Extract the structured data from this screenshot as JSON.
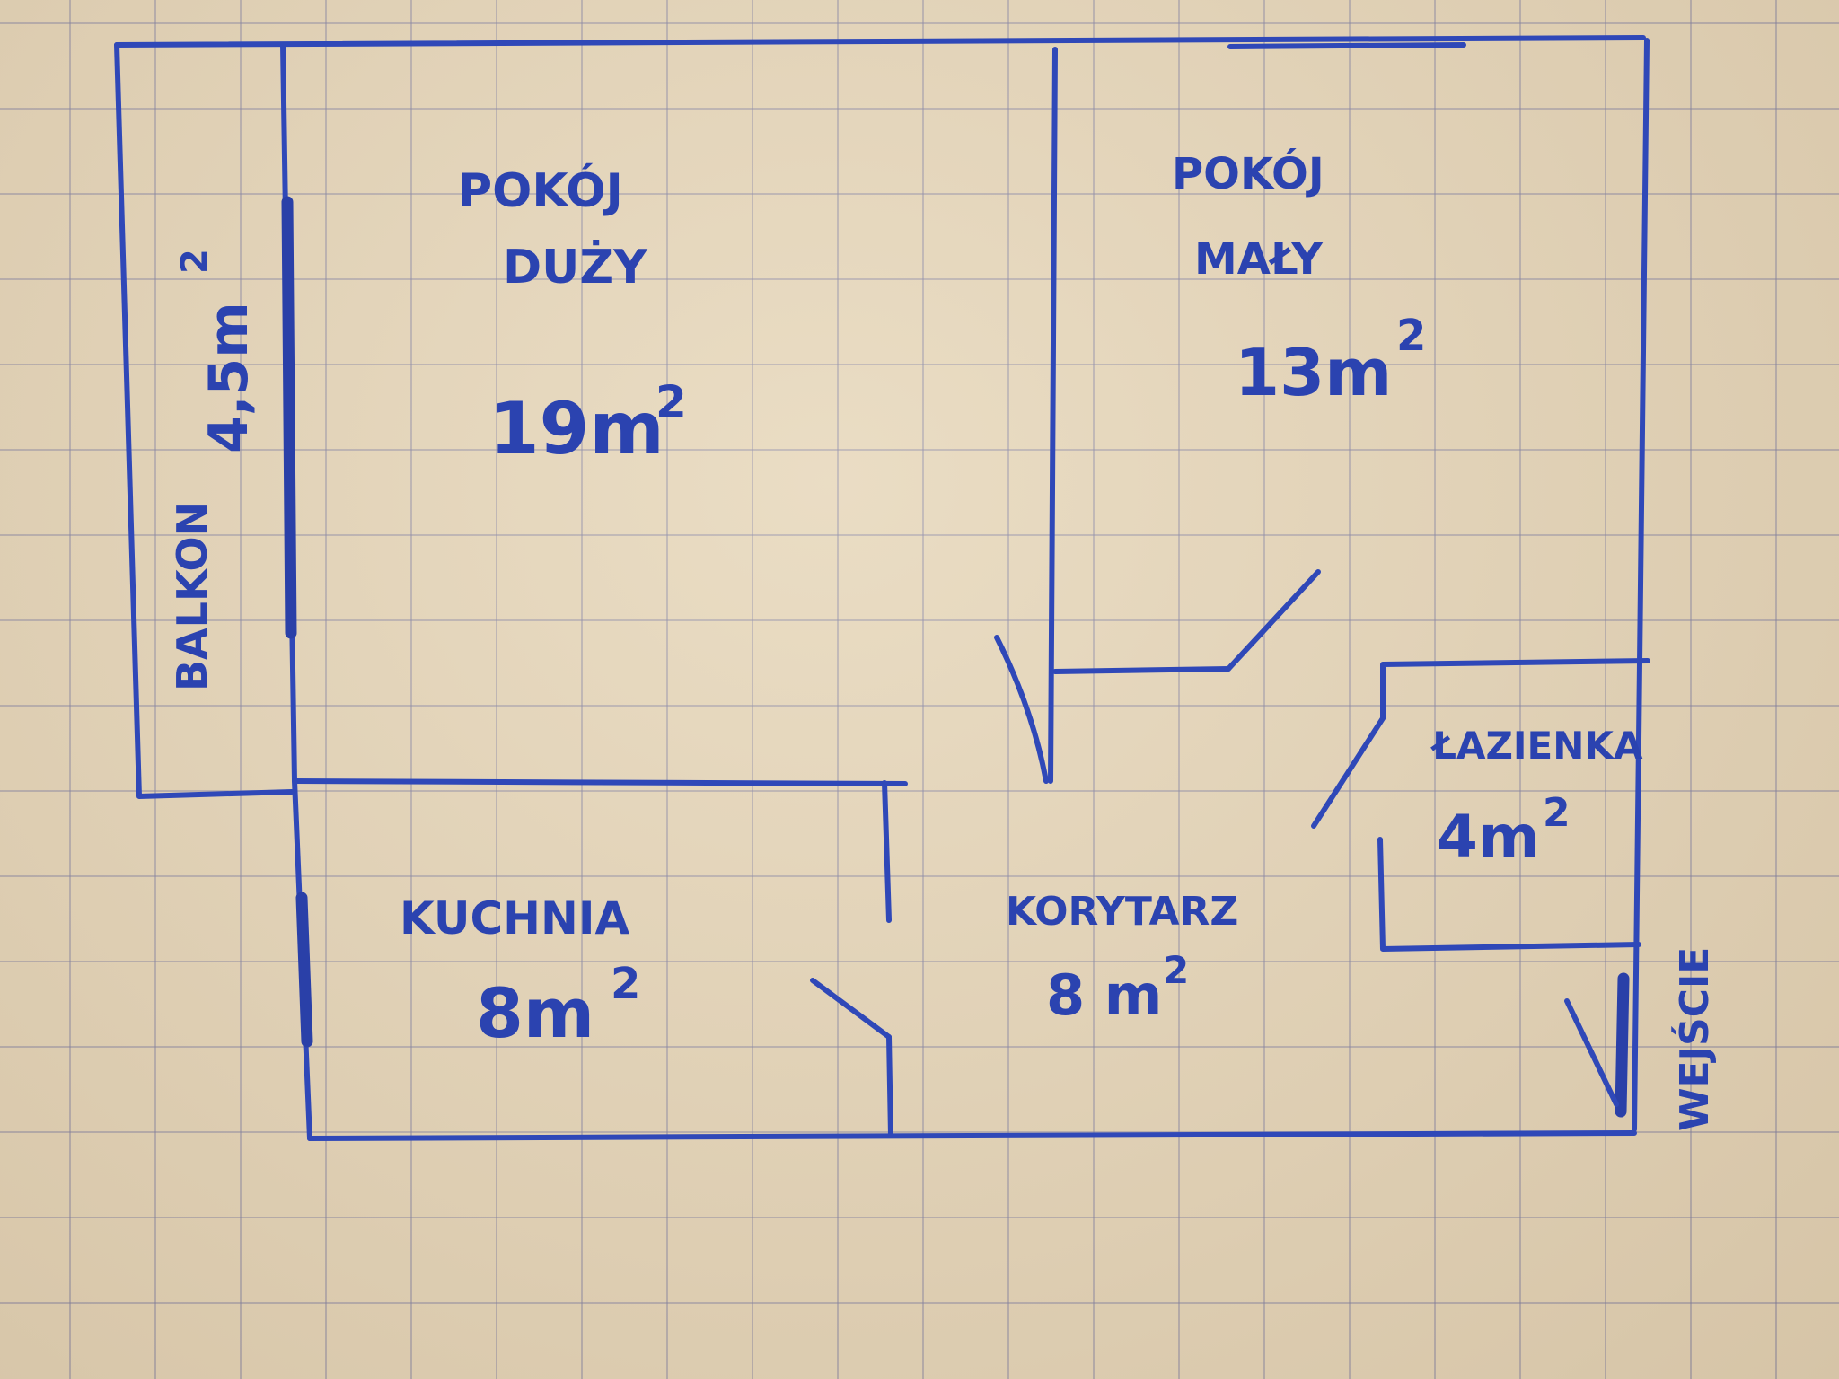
{
  "rooms": {
    "pokoj_duzy": {
      "name_line1": "POKÓJ",
      "name_line2": "DUŻY",
      "area": "19m",
      "exp": "2"
    },
    "pokoj_maly": {
      "name_line1": "POKÓJ",
      "name_line2": "MAŁY",
      "area": "13m",
      "exp": "2"
    },
    "balkon": {
      "name": "BALKON",
      "area": "4,5m",
      "exp": "2"
    },
    "lazienka": {
      "name": "ŁAZIENKA",
      "area": "4m",
      "exp": "2"
    },
    "kuchnia": {
      "name": "KUCHNIA",
      "area": "8m",
      "exp": "2"
    },
    "korytarz": {
      "name": "KORYTARZ",
      "area": "8 m",
      "exp": "2"
    }
  },
  "entrance": {
    "label": "WEJŚCIE"
  },
  "colors": {
    "ink": "#2f48b8",
    "paper": "#e3d3b7",
    "grid": "#7878a0"
  }
}
